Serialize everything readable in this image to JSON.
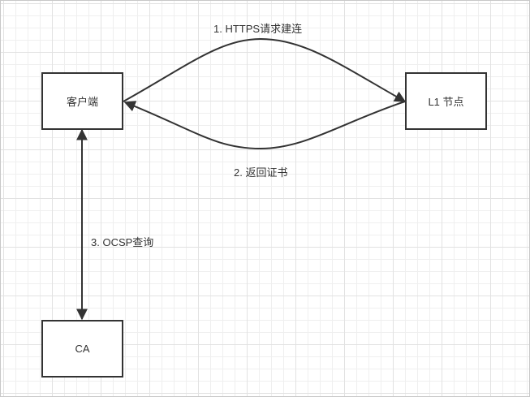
{
  "diagram": {
    "nodes": {
      "client": {
        "label": "客户端"
      },
      "l1": {
        "label": "L1 节点"
      },
      "ca": {
        "label": "CA"
      }
    },
    "edges": {
      "https_request": {
        "label": "1. HTTPS请求建连",
        "from": "客户端",
        "to": "L1 节点"
      },
      "return_cert": {
        "label": "2. 返回证书",
        "from": "L1 节点",
        "to": "客户端"
      },
      "ocsp_query": {
        "label": "3. OCSP查询",
        "from": "客户端",
        "to": "CA",
        "bidirectional": true
      }
    },
    "colors": {
      "stroke": "#333333",
      "grid_minor": "#efefef",
      "grid_major": "#e2e2e2"
    }
  }
}
